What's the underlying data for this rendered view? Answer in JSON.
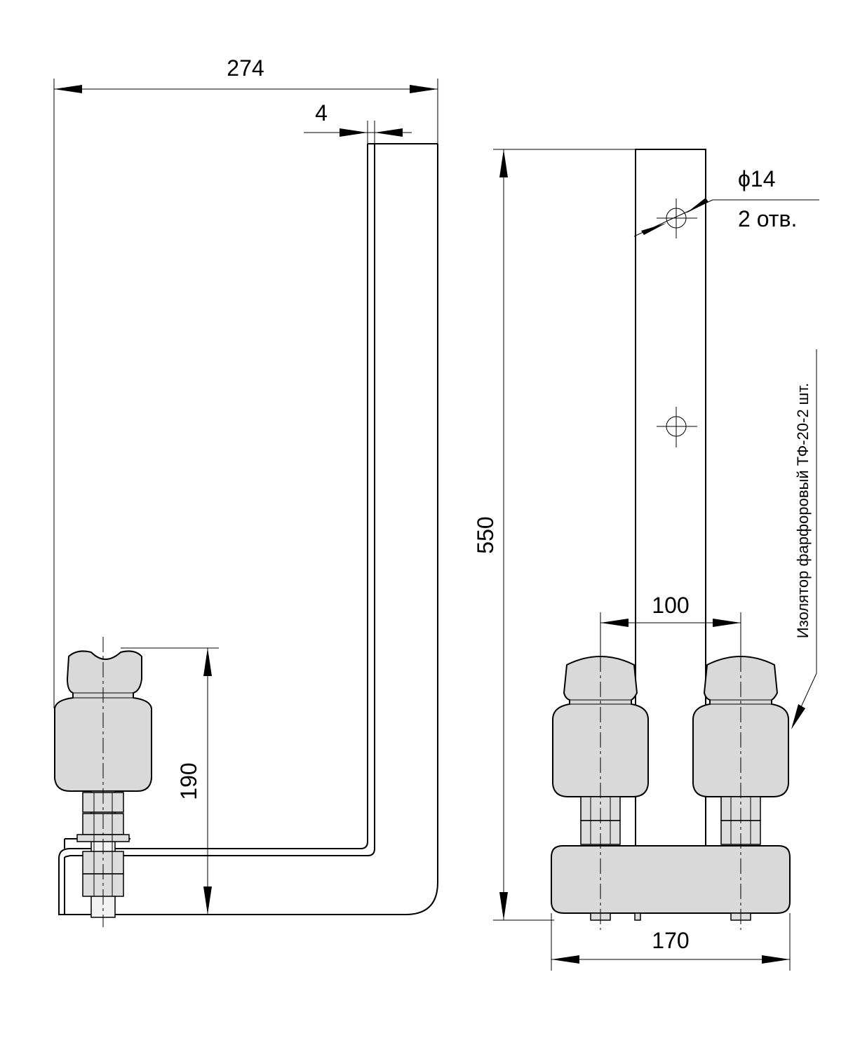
{
  "dimensions": {
    "overall_width": "274",
    "thickness": "4",
    "height": "550",
    "insulator_height": "190",
    "insulator_spacing": "100",
    "base_width": "170",
    "hole_diameter": "ϕ14",
    "hole_count": "2 отв."
  },
  "callout": {
    "insulator_note": "Изолятор фарфоровый ТФ-20-2 шт."
  },
  "colors": {
    "line": "#000000",
    "insulator_fill": "#d9d9d9",
    "background": "#ffffff"
  }
}
